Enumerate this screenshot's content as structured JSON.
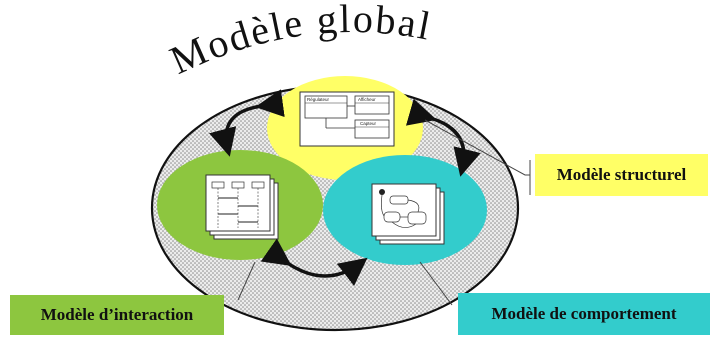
{
  "title": "Modèle global",
  "colors": {
    "outer_fill": "#d9d9d9",
    "structural": "#ffff66",
    "interaction": "#8dc63f",
    "behavior": "#33cccc"
  },
  "labels": {
    "structural": "Modèle structurel",
    "interaction": "Modèle d’interaction",
    "behavior": "Modèle de comportement"
  },
  "mini_class_diagram": {
    "class1": "Régulateur",
    "class2": "Afficheur",
    "class3": "Capteur"
  }
}
